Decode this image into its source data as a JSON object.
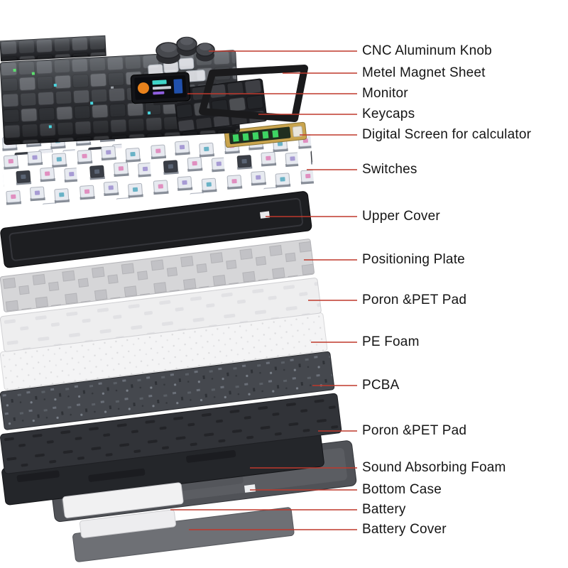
{
  "figure": {
    "title": "Keyboard exploded view diagram",
    "background_color": "#ffffff",
    "leader_line_color": "#bf392c",
    "label_text_color": "#151515"
  },
  "parts": [
    {
      "id": "cnc-aluminum-knob",
      "label": "CNC Aluminum Knob"
    },
    {
      "id": "metal-magnet-sheet",
      "label": "Metel Magnet Sheet"
    },
    {
      "id": "monitor",
      "label": "Monitor"
    },
    {
      "id": "keycaps",
      "label": "Keycaps"
    },
    {
      "id": "digital-screen",
      "label": "Digital Screen for calculator"
    },
    {
      "id": "switches",
      "label": "Switches"
    },
    {
      "id": "upper-cover",
      "label": "Upper Cover"
    },
    {
      "id": "positioning-plate",
      "label": "Positioning Plate"
    },
    {
      "id": "poron-pet-pad-upper",
      "label": "Poron &PET Pad"
    },
    {
      "id": "pe-foam",
      "label": "PE Foam"
    },
    {
      "id": "pcba",
      "label": "PCBA"
    },
    {
      "id": "poron-pet-pad-lower",
      "label": "Poron &PET Pad"
    },
    {
      "id": "sound-absorbing-foam",
      "label": "Sound Absorbing Foam"
    },
    {
      "id": "bottom-case",
      "label": "Bottom Case"
    },
    {
      "id": "battery",
      "label": "Battery"
    },
    {
      "id": "battery-cover",
      "label": "Battery Cover"
    }
  ]
}
